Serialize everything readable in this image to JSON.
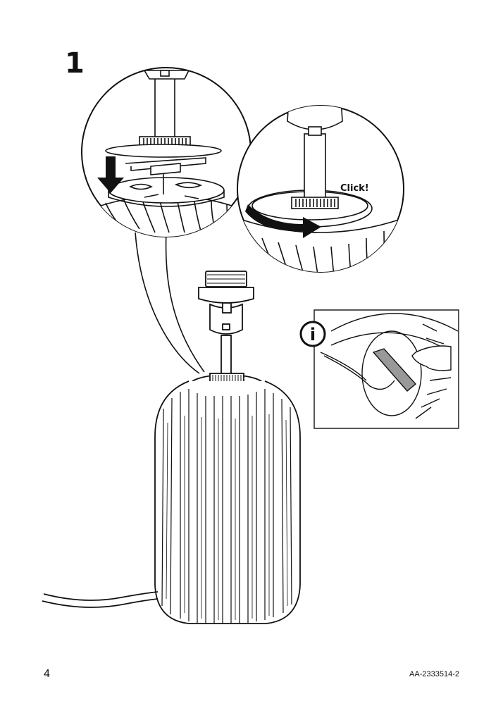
{
  "step": {
    "number": "1"
  },
  "callout": {
    "click_label": "Click!"
  },
  "info": {
    "symbol": "i"
  },
  "footer": {
    "page_number": "4",
    "document_code": "AA-2333514-2"
  }
}
